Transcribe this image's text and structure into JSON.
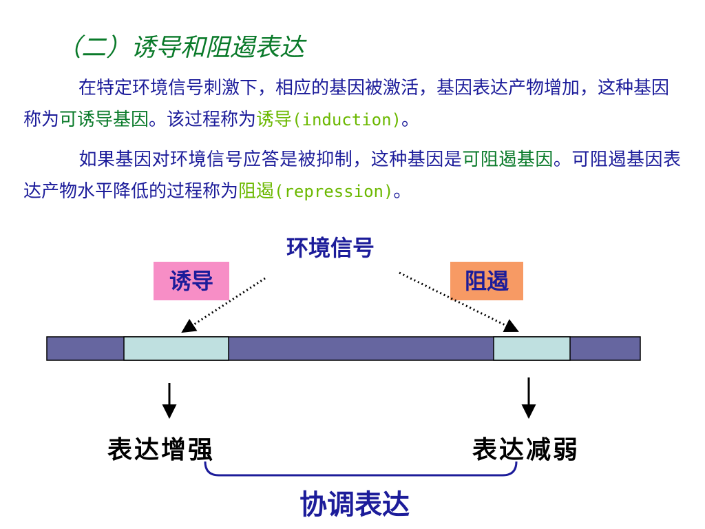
{
  "title": "（二）诱导和阻遏表达",
  "para1": {
    "part1": "在特定环境信号刺激下，相应的基因被激活，基因表达产物增加，这种基因称为",
    "term1": "可诱导基因",
    "part2": "。该过程称为",
    "term2": "诱导",
    "term2_en": "(induction)",
    "part3": "。"
  },
  "para2": {
    "part1": "如果基因对环境信号应答是被抑制，这种基因是",
    "term1": "可阻遏基因",
    "part2": "。可阻遏基因表达产物水平降低的过程称为",
    "term2": "阻遏",
    "term2_en": "(repression)",
    "part3": "。"
  },
  "diagram": {
    "signal_label": "环境信号",
    "induce_label": "诱导",
    "repress_label": "阻遏",
    "result_up": "表达增强",
    "result_down": "表达减弱",
    "coordination": "协调表达",
    "colors": {
      "bar": "#6666a0",
      "gene_segment": "#bfe0e0",
      "induce_tag": "#f78ec6",
      "repress_tag": "#f79a64",
      "brace": "#1c1c9a"
    }
  }
}
